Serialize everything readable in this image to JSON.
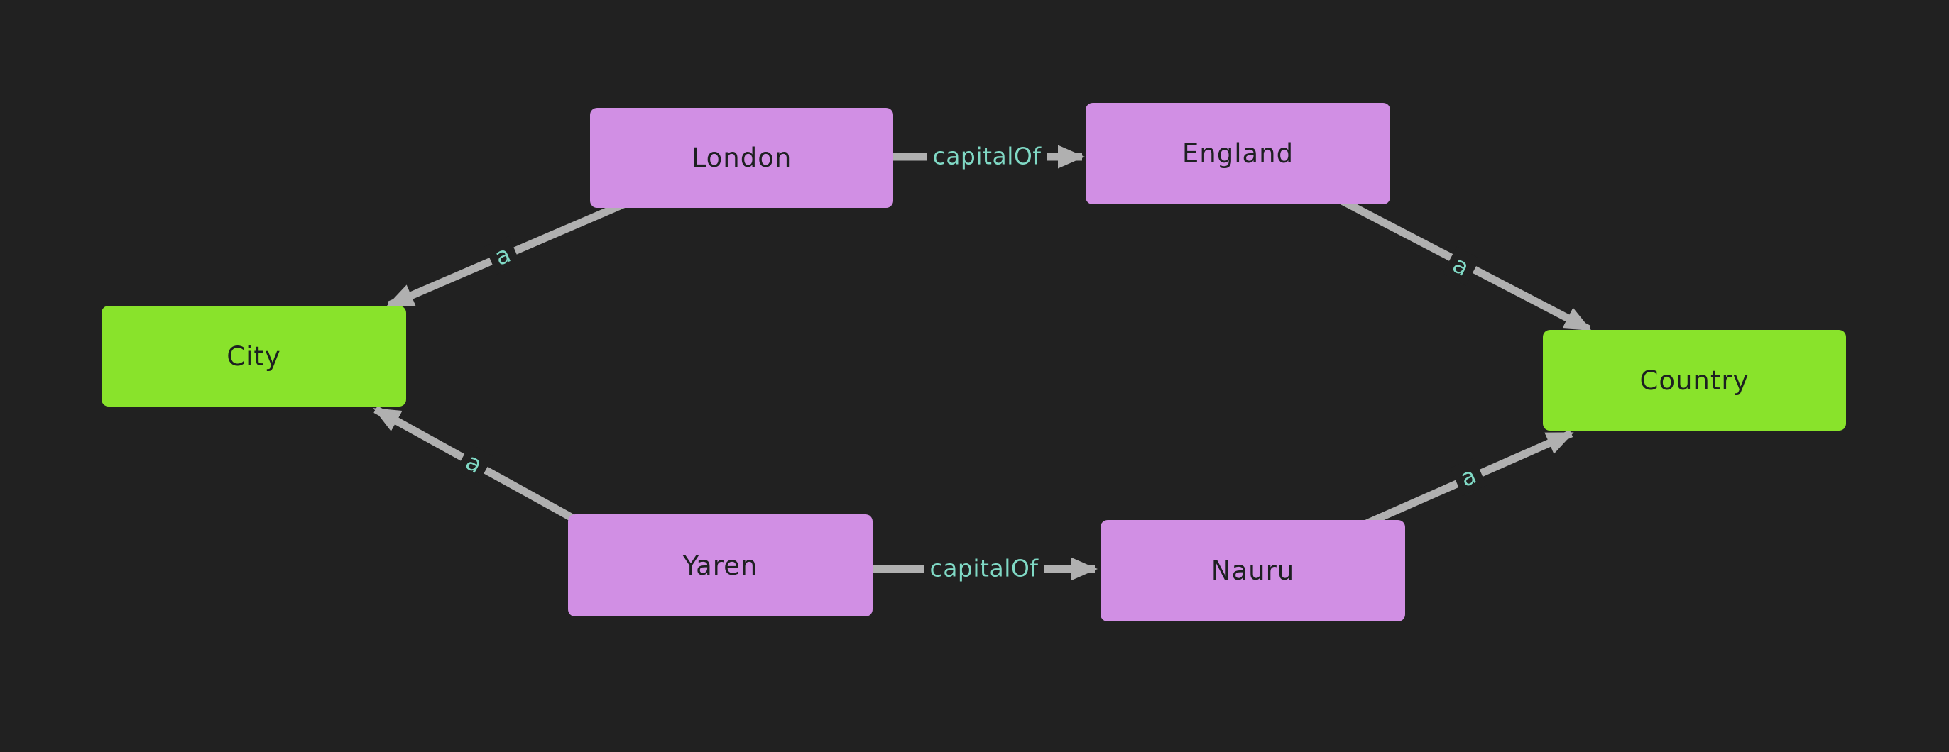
{
  "theme": {
    "bg": "#212121",
    "instance-fill": "#d18fe4",
    "class-fill": "#89e32b",
    "edge-color": "#b0b0b0",
    "edge-label-color": "#80d9c5",
    "node-text-color": "#1d2021"
  },
  "graph": {
    "nodes": [
      {
        "id": "london",
        "label": "London",
        "type": "instance"
      },
      {
        "id": "england",
        "label": "England",
        "type": "instance"
      },
      {
        "id": "city",
        "label": "City",
        "type": "class"
      },
      {
        "id": "country",
        "label": "Country",
        "type": "class"
      },
      {
        "id": "yaren",
        "label": "Yaren",
        "type": "instance"
      },
      {
        "id": "nauru",
        "label": "Nauru",
        "type": "instance"
      }
    ],
    "edges": [
      {
        "from": "London",
        "to": "England",
        "label": "capitalOf"
      },
      {
        "from": "Yaren",
        "to": "Nauru",
        "label": "capitalOf"
      },
      {
        "from": "London",
        "to": "City",
        "label": "a"
      },
      {
        "from": "Yaren",
        "to": "City",
        "label": "a"
      },
      {
        "from": "England",
        "to": "Country",
        "label": "a"
      },
      {
        "from": "Nauru",
        "to": "Country",
        "label": "a"
      }
    ]
  }
}
